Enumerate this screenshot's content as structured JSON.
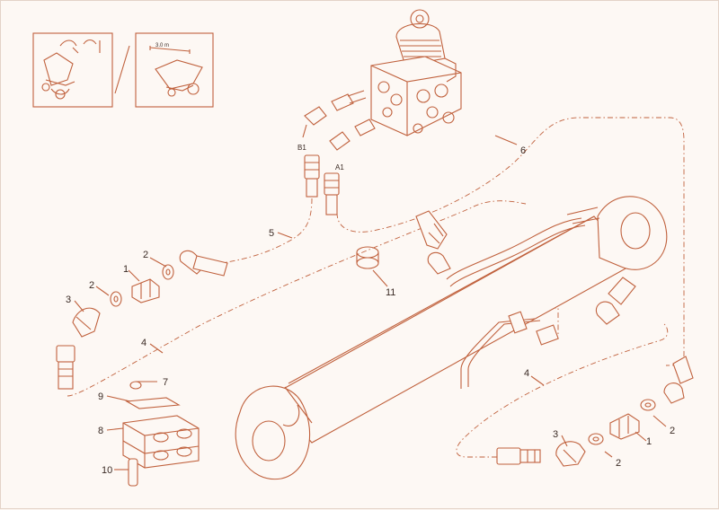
{
  "diagram": {
    "callouts": [
      {
        "id": "c1a",
        "text": "1"
      },
      {
        "id": "c2a",
        "text": "2"
      },
      {
        "id": "c2b",
        "text": "2"
      },
      {
        "id": "c3a",
        "text": "3"
      },
      {
        "id": "c4a",
        "text": "4"
      },
      {
        "id": "c5",
        "text": "5"
      },
      {
        "id": "c6",
        "text": "6"
      },
      {
        "id": "c7",
        "text": "7"
      },
      {
        "id": "c8",
        "text": "8"
      },
      {
        "id": "c9",
        "text": "9"
      },
      {
        "id": "c10",
        "text": "10"
      },
      {
        "id": "c11",
        "text": "11"
      },
      {
        "id": "c4b",
        "text": "4"
      },
      {
        "id": "c3b",
        "text": "3"
      },
      {
        "id": "c2c",
        "text": "2"
      },
      {
        "id": "c1b",
        "text": "1"
      },
      {
        "id": "c2d",
        "text": "2"
      }
    ],
    "ports": {
      "b1": "B1",
      "a1": "A1"
    },
    "inset_measure": "3.0 m",
    "colors": {
      "line": "#c0613d",
      "background": "#fdf8f4"
    }
  }
}
